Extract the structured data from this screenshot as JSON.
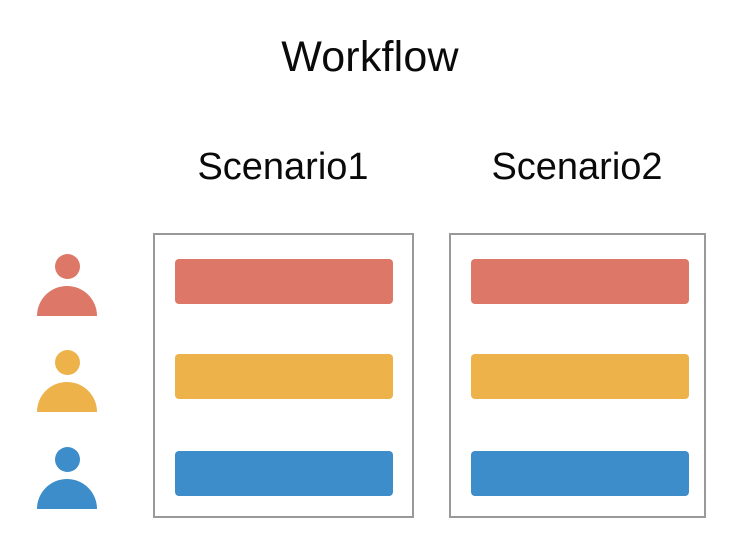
{
  "diagram": {
    "title": "Workflow",
    "columns": [
      {
        "label": "Scenario1"
      },
      {
        "label": "Scenario2"
      }
    ],
    "rows": [
      {
        "actor_icon": "person-icon",
        "color": "#dd7767"
      },
      {
        "actor_icon": "person-icon",
        "color": "#edb24a"
      },
      {
        "actor_icon": "person-icon",
        "color": "#3d8dcb"
      }
    ],
    "cells": [
      {
        "column": "Scenario1",
        "bars": [
          "#dd7767",
          "#edb24a",
          "#3d8dcb"
        ]
      },
      {
        "column": "Scenario2",
        "bars": [
          "#dd7767",
          "#edb24a",
          "#3d8dcb"
        ]
      }
    ],
    "colors": {
      "salmon": "#dd7767",
      "amber": "#edb24a",
      "blue": "#3d8dcb",
      "panel_border": "#999999",
      "text": "#0a0a0a",
      "background": "#ffffff"
    }
  }
}
